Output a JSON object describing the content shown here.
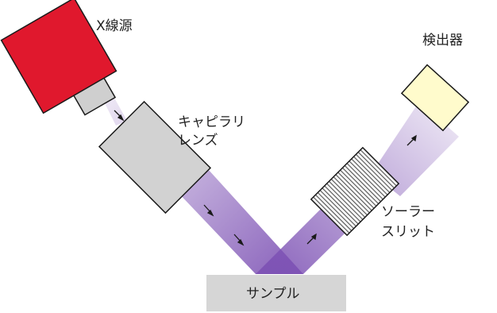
{
  "labels": {
    "xray_source": "X線源",
    "capillary_lens_line1": "キャピラリ",
    "capillary_lens_line2": "レンズ",
    "detector": "検出器",
    "soller_slit_line1": "ソーラー",
    "soller_slit_line2": "スリット",
    "sample": "サンプル"
  },
  "colors": {
    "xray_source": "#e0182d",
    "source_nozzle": "#cfcfcf",
    "lens": "#d2d2d2",
    "detector": "#fffbcc",
    "sample": "#d6d6d6",
    "beam": "#7b4fb3"
  }
}
